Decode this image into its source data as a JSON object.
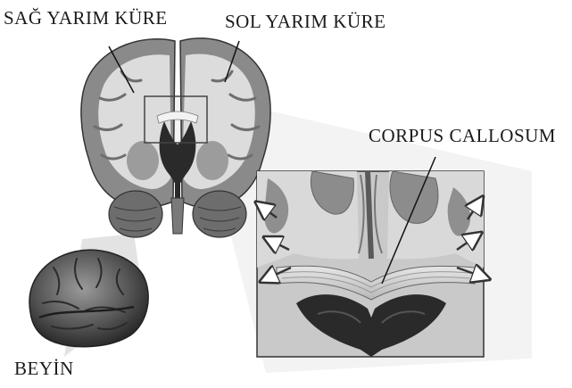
{
  "labels": {
    "right_hemisphere": "SAĞ YARIM KÜRE",
    "left_hemisphere": "SOL YARIM KÜRE",
    "corpus_callosum": "CORPUS CALLOSUM",
    "brain": "BEYİN"
  },
  "colors": {
    "background": "#ffffff",
    "text": "#1a1a1a",
    "gray_matter": "#8a8a8a",
    "white_matter": "#dcdcdc",
    "ventricle": "#2a2a2a",
    "projection_cone": "#e3e3e3"
  }
}
